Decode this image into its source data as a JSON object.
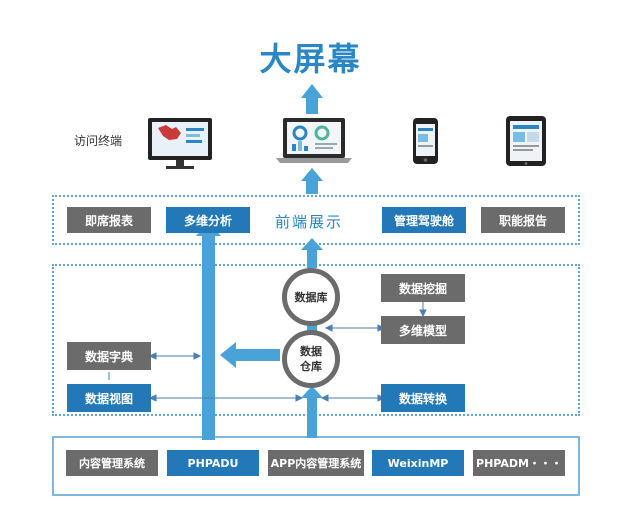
{
  "title": "大屏幕",
  "terminal_label": "访问终端",
  "frontend": {
    "label": "前端展示",
    "items": [
      "即席报表",
      "多维分析",
      "管理驾驶舱",
      "职能报告"
    ]
  },
  "middle": {
    "db_library": "数据库",
    "db_warehouse_line1": "数据",
    "db_warehouse_line2": "仓库",
    "data_mining": "数据挖掘",
    "multi_model": "多维模型",
    "data_dict": "数据字典",
    "data_view": "数据视图",
    "data_transform": "数据转换"
  },
  "sources": [
    "内容管理系统",
    "PHPADU",
    "APP内容管理系统",
    "WeixinMP",
    "PHPADM・・・"
  ],
  "colors": {
    "accent": "#2a86c4",
    "box_blue": "#2378b8",
    "box_gray": "#6b6b6b",
    "arrow": "#4aa3d8"
  }
}
